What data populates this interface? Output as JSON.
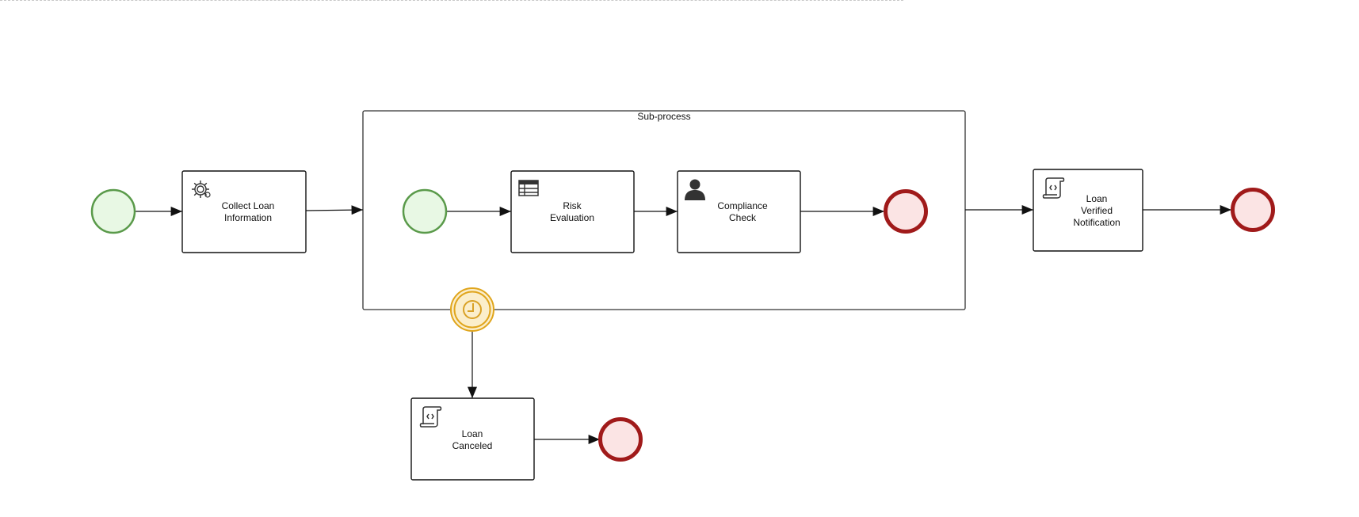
{
  "diagram": {
    "subprocess_label": "Sub-process",
    "tasks": {
      "collect_loan": [
        "Collect Loan",
        "Information"
      ],
      "risk_eval": [
        "Risk",
        "Evaluation"
      ],
      "compliance": [
        "Compliance",
        "Check"
      ],
      "loan_verified": [
        "Loan",
        "Verified",
        "Notification"
      ],
      "loan_canceled": [
        "Loan",
        "Canceled"
      ]
    },
    "icons": {
      "collect_loan": "service-task-gear-icon",
      "risk_eval": "business-rule-table-icon",
      "compliance": "user-task-person-icon",
      "loan_verified": "script-task-scroll-icon",
      "loan_canceled": "script-task-scroll-icon",
      "timer": "timer-clock-icon"
    },
    "colors": {
      "start_stroke": "#5a9a4a",
      "start_fill": "#e8f8e4",
      "end_stroke": "#a01a1a",
      "end_fill": "#fbe4e4",
      "timer_stroke": "#e0a51c",
      "timer_fill": "#fbeecb"
    }
  }
}
